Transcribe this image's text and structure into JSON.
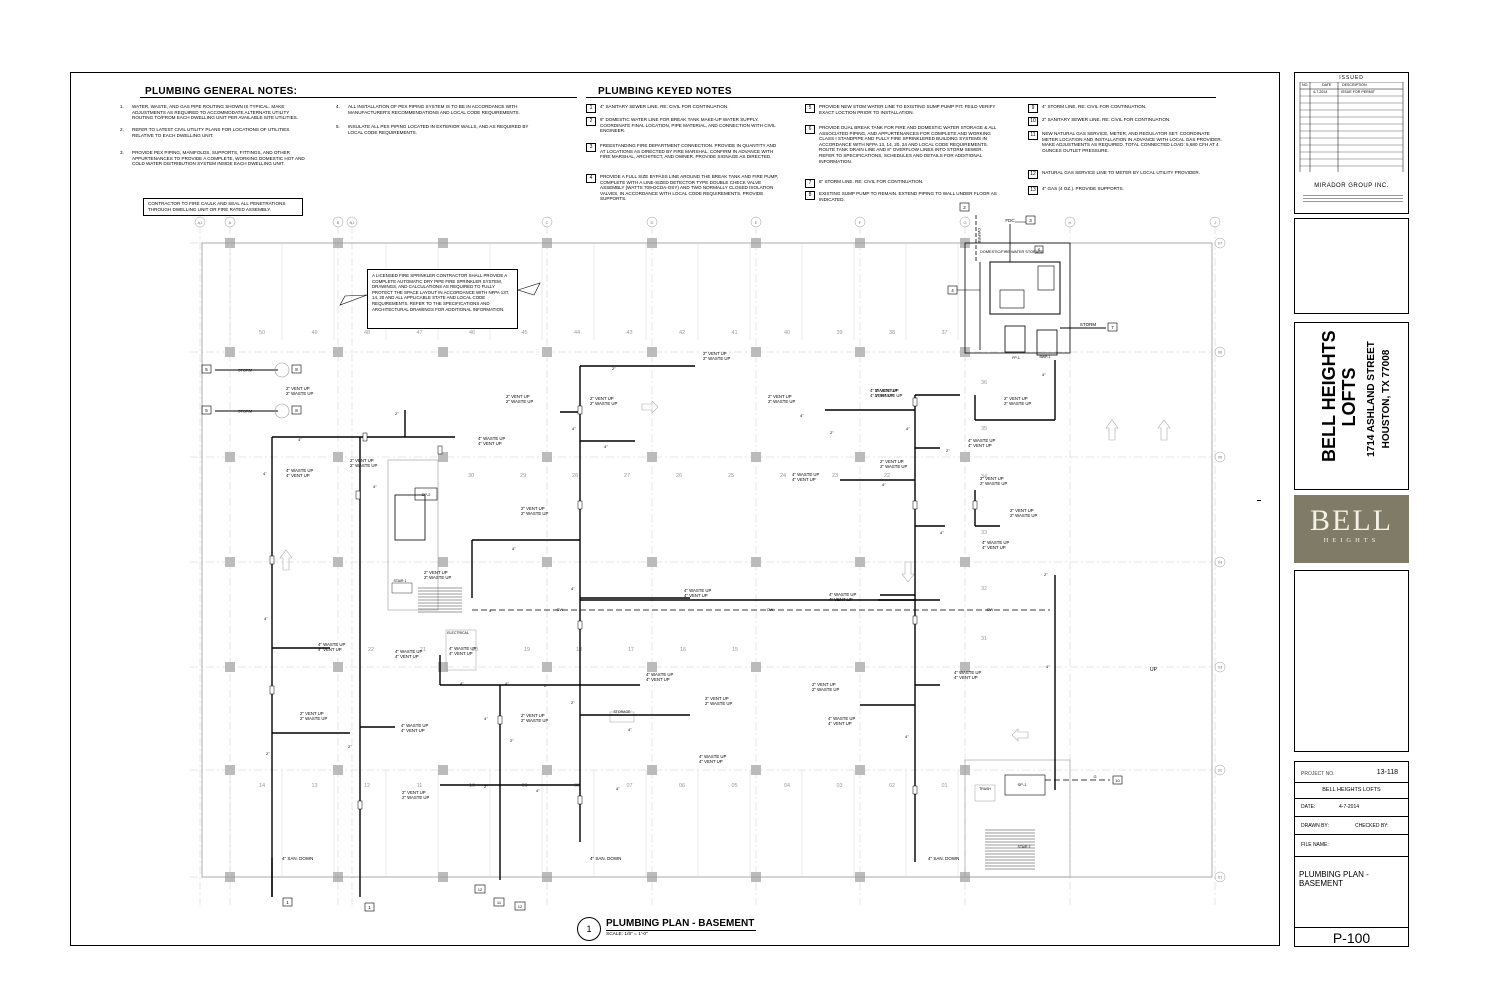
{
  "general_notes": {
    "title": "PLUMBING GENERAL NOTES:",
    "items": [
      {
        "num": "1.",
        "text": "WATER, WASTE, AND GAS PIPE ROUTING SHOWN IS TYPICAL. MAKE ADJUSTMENTS AS REQUIRED TO ACCOMMODATE ALTERNATE UTILITY ROUTING TO/FROM EACH DWELLING UNIT PER AVAILABLE SITE UTILITIES."
      },
      {
        "num": "2.",
        "text": "REFER TO LATEST CIVIL UTILITY PLANS FOR LOCATIONS OF UTILITIES RELATIVE TO EACH DWELLING UNIT."
      },
      {
        "num": "3.",
        "text": "PROVIDE PEX PIPING, MANIFOLDS, SUPPORTS, FITTINGS, AND OTHER APPURTENANCES TO PROVIDE A COMPLETE, WORKING DOMESTIC HOT AND COLD WATER DISTRIBUTION SYSTEM INSIDE EACH DWELLING UNIT."
      },
      {
        "num": "4.",
        "text": "ALL INSTALLATION OF PEX PIPING SYSTEM IS TO BE IN ACCORDANCE WITH MANUFACTURER'S RECOMMENDATIONS AND LOCAL CODE REQUIREMENTS."
      },
      {
        "num": "5.",
        "text": "INSULATE ALL PEX PIPING LOCATED IN EXTERIOR WALLS, AND AS REQUIRED BY LOCAL CODE REQUIREMENTS."
      }
    ],
    "caulk_note": "CONTRACTOR TO FIRE CAULK AND SEAL ALL PENETRATIONS THROUGH DWELLING UNIT OR FIRE RATED ASSEMBLY."
  },
  "keyed_notes": {
    "title": "PLUMBING KEYED NOTES",
    "items": [
      {
        "num": "1",
        "text": "4\" SANITARY SEWER LINE. RE: CIVIL FOR CONTINUATION."
      },
      {
        "num": "2",
        "text": "6\" DOMESTIC WATER LINE FOR BREAK TANK MAKE-UP WATER SUPPLY. COORDINATE FINAL LOCATION, PIPE MATERIAL, AND CONNECTION WITH CIVIL ENGINEER."
      },
      {
        "num": "3",
        "text": "FREESTANDING FIRE DEPARTMENT CONNECTION. PROVIDE IN QUANTITY AND AT LOCATIONS AS DIRECTED BY FIRE MARSHAL. CONFIRM IN ADVANCE WITH FIRE MARSHAL, ARCHITECT, AND OWNER. PROVIDE SIGNAGE AS DIRECTED."
      },
      {
        "num": "4",
        "text": "PROVIDE A FULL SIZE BYPASS LINE AROUND THE BREAK TANK AND FIRE PUMP, COMPLETE WITH A LINE-SIZED DETECTOR TYPE DOUBLE CHECK VALVE ASSEMBLY (WATTS 709-DCDA-OSY) AND TWO NORMALLY CLOSED ISOLATION VALVES, IN ACCORDANCE WITH LOCAL CODE REQUIREMENTS. PROVIDE SUPPORTS."
      },
      {
        "num": "5",
        "text": "PROVIDE NEW STOM WATER LINE TO EXISTING SUMP PUMP PIT. FEILD VERIFY EXACT LOCTION PRIOR TO INSTALLATION."
      },
      {
        "num": "6",
        "text": "PROVIDE DUAL BREAK TANK FOR FIRE AND DOMESTIC WATER STORAGE & ALL ASSOCIATED PIPING, AND APPURTENANCES FOR COMPLETE AND WORKING CLASS I STANDPIPE AND FULLY FIRE SPRINKLERED BUILDING SYSTEMS IN ACCORDANCE WITH NFPA 13, 14, 20, 24 AND LOCAL CODE REQUIREMENTS. ROUTE TANK DRAIN LINE AND 8\" OVERFLOW LINES INTO STORM SEWER. REFER TO SPECIFICATIONS, SCHEDULES AND DETAILS FOR ADDITIONAL INFORMATION."
      },
      {
        "num": "7",
        "text": "6\" STORM LINE. RE: CIVIL FOR CONTINUATION."
      },
      {
        "num": "8",
        "text": "EXISTING SUMP PUMP TO REMAIN. EXTEND PIPING TO WALL UNDER FLOOR AS INDICATED."
      },
      {
        "num": "9",
        "text": "4\" STORM LINE. RE: CIVIL FOR CONTINUATION."
      },
      {
        "num": "10",
        "text": "2\" SANITARY SEWER LINE. RE: CIVIL FOR CONTINUATION."
      },
      {
        "num": "11",
        "text": "NEW NATURAL GAS SERVICE, METER, AND REGULATOR SET. COORDINATE METER LOCATION AND INSTALLATION IN ADVANCE WITH LOCAL GAS PROVIDER. MAKE ADJUSTMENTS AS REQUIRED. TOTAL CONNECTED LOAD: 5,680 CFH AT 4 OUNCES OUTLET PRESSURE."
      },
      {
        "num": "12",
        "text": "NATURAL GAS SERVICE LINE TO METER BY LOCAL UTILITY PROVIDER."
      },
      {
        "num": "13",
        "text": "4\" GAS (4 OZ.). PROVIDE SUPPORTS."
      }
    ]
  },
  "sprinkler_note": "A LICENSED FIRE SPRINKLER CONTRACTOR SHALL PROVIDE A COMPLETE AUTOMATIC DRY PIPE FIRE SPRINKLER SYSTEM, DRAWINGS, AND CALCULATIONS AS REQUIRED TO FULLY PROTECT THE SPACE LAYOUT IN ACCORDANCE WITH NFPA 13T, 14, 20 AND ALL APPLICABLE STATE AND LOCAL CODE REQUIREMENTS. REFER TO THE SPECIFICATIONS AND ARCHITECTURAL DRAWINGS FOR ADDITIONAL INFORMATION.",
  "plan": {
    "title": "PLUMBING PLAN - BASEMENT",
    "number": "1",
    "scale": "SCALE: 1/8\" = 1'-0\"",
    "grid_cols": [
      "A1",
      "A",
      "B",
      "B1",
      "C",
      "D",
      "E",
      "F",
      "G",
      "H",
      "J"
    ],
    "grid_rows": [
      "07",
      "06",
      "05",
      "04",
      "03",
      "02",
      "01"
    ],
    "stalls_top": [
      "50",
      "49",
      "48",
      "47",
      "46",
      "45",
      "44",
      "43",
      "42",
      "41",
      "40",
      "39",
      "38",
      "37"
    ],
    "stalls_mid": [
      "30",
      "29",
      "28",
      "27",
      "26",
      "25",
      "24",
      "23",
      "22"
    ],
    "stalls_low": [
      "22",
      "21",
      "20",
      "19",
      "18",
      "17",
      "16",
      "15"
    ],
    "stalls_bottom": [
      "14",
      "13",
      "12",
      "11",
      "10",
      "09",
      "08",
      "07",
      "06",
      "05",
      "04",
      "03",
      "02",
      "01"
    ],
    "stalls_right": [
      "36",
      "35",
      "34",
      "33",
      "32",
      "31"
    ],
    "labels": {
      "storm": "STORM",
      "fdc": "FDC",
      "storage": "DOMESTIC/FIRE WATER STORAGE",
      "fp": "FP-1",
      "bwp": "BWP-1",
      "sp1": "SP-1",
      "sp2": "SP-2",
      "stair1": "STAIR 1",
      "stair2": "STAIR 2",
      "electrical": "ELECTRICAL",
      "storage_room": "STORAGE",
      "trash": "TRASH",
      "up": "UP",
      "san_down": "4\" SAN. DOWN",
      "cw": "CW",
      "gas": "G",
      "cw_fire": "CW/FIRE",
      "vent_waste": "2\" VENT UP\n2\" WASTE UP",
      "waste_vent4": "4\" WASTE UP\n4\" VENT UP",
      "pipe4": "4\"",
      "pipe2": "2\""
    }
  },
  "title_block": {
    "issued_header": "ISSUED",
    "issued_cols": [
      "NO.",
      "DATE",
      "DESCRIPTION"
    ],
    "issued_rows": [
      [
        "",
        "4-7-2014",
        "ISSUE FOR PERMIT"
      ]
    ],
    "firm": "MIRADOR GROUP INC.",
    "project_name_1": "BELL HEIGHTS",
    "project_name_2": "LOFTS",
    "address_1": "1714 ASHLAND STREET",
    "address_2": "HOUSTON, TX 77008",
    "logo_word": "BELL",
    "logo_sub": "HEIGHTS",
    "project_no_label": "PROJECT NO.",
    "project_no": "13-118",
    "project_title": "BELL HEIGHTS LOFTS",
    "date_label": "DATE:",
    "date": "4-7-2014",
    "drawn_by_label": "DRAWN BY:",
    "checked_by_label": "CHECKED BY:",
    "file_name_label": "FILE NAME:",
    "sheet_title": "PLUMBING PLAN - BASEMENT",
    "sheet_number": "P-100"
  }
}
